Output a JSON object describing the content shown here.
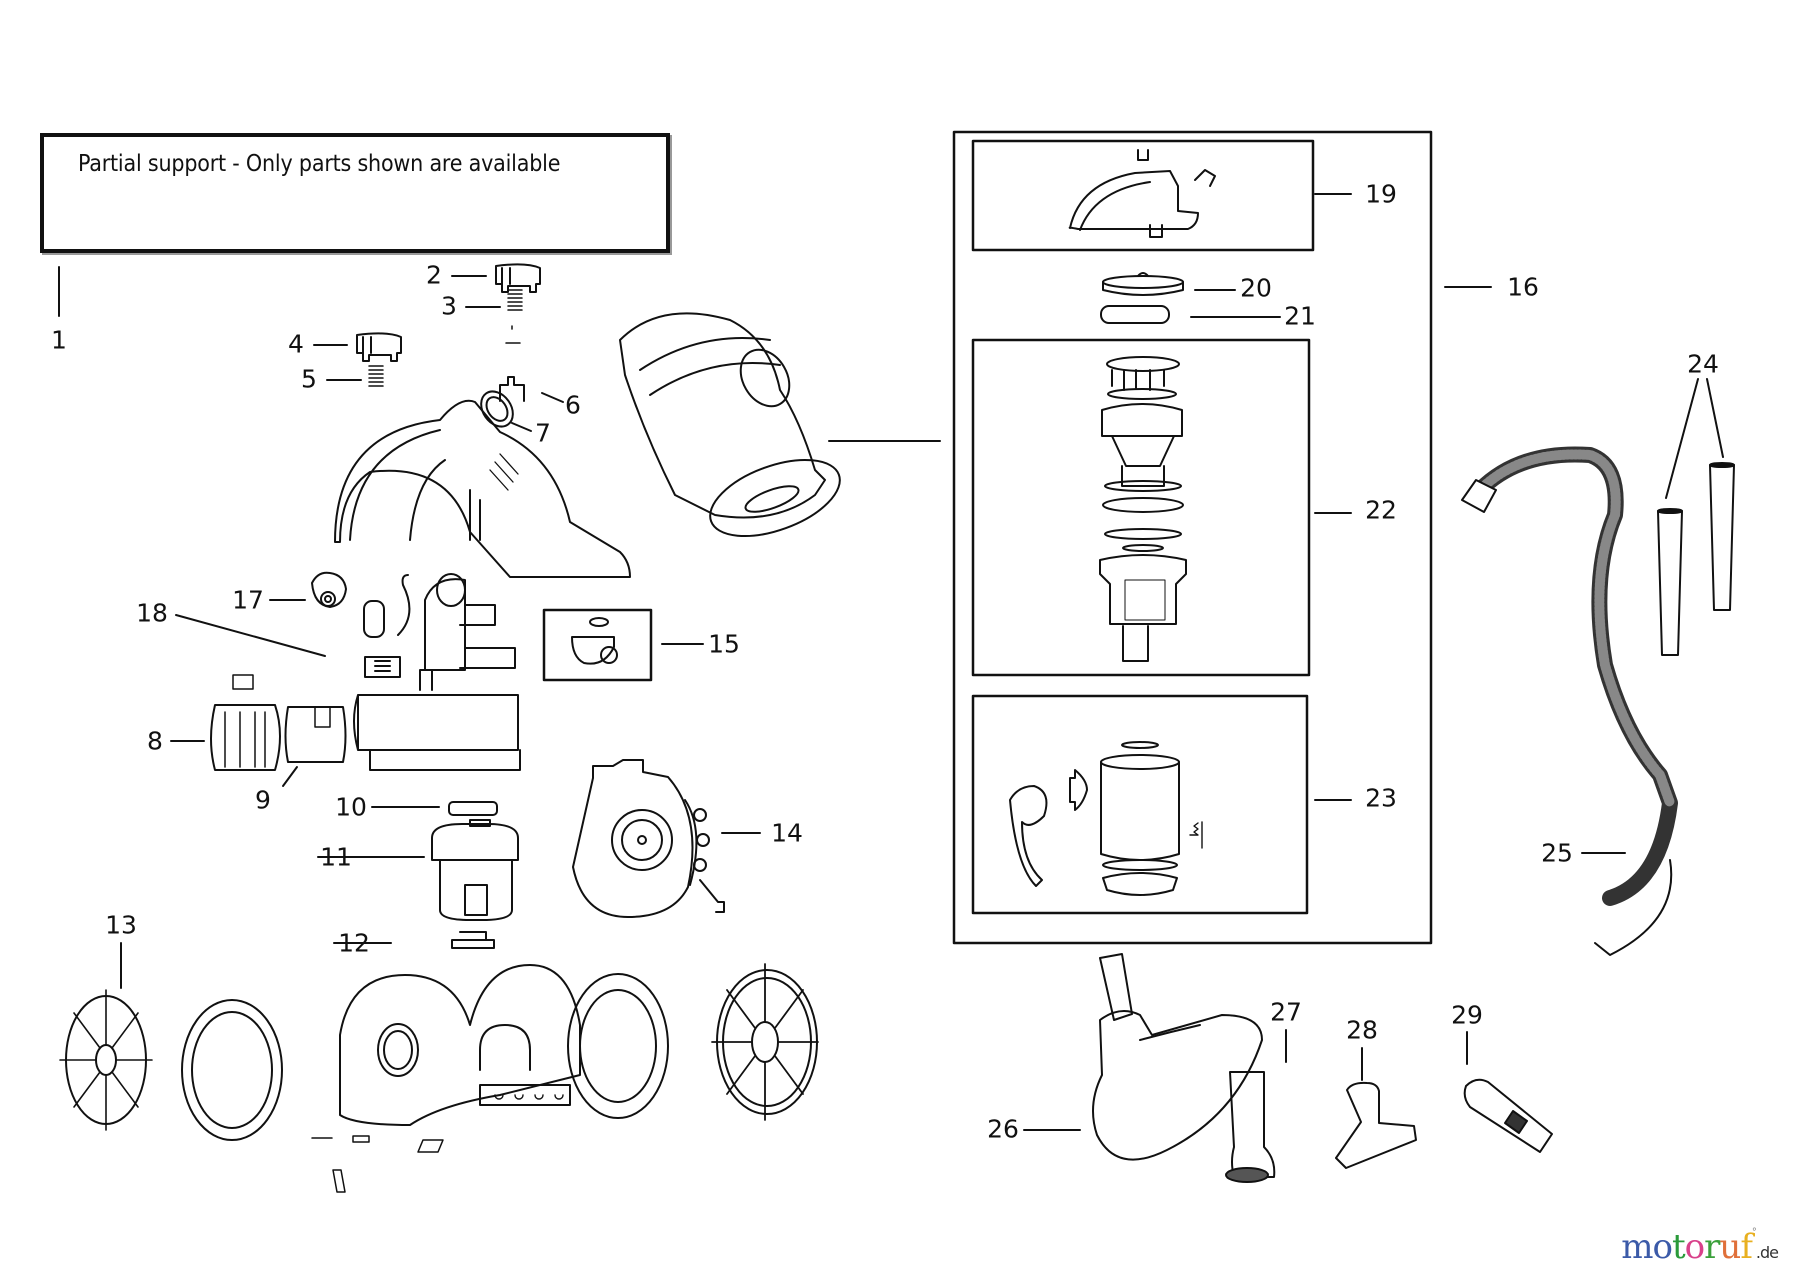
{
  "notice": {
    "text": "Partial support - Only parts shown are available"
  },
  "diagram": {
    "title": "Exploded parts diagram - canister vacuum cleaner",
    "callouts": [
      {
        "id": "1",
        "label": "1"
      },
      {
        "id": "2",
        "label": "2"
      },
      {
        "id": "3",
        "label": "3"
      },
      {
        "id": "4",
        "label": "4"
      },
      {
        "id": "5",
        "label": "5"
      },
      {
        "id": "6",
        "label": "6"
      },
      {
        "id": "7",
        "label": "7"
      },
      {
        "id": "8",
        "label": "8"
      },
      {
        "id": "9",
        "label": "9"
      },
      {
        "id": "10",
        "label": "10"
      },
      {
        "id": "11",
        "label": "11"
      },
      {
        "id": "12",
        "label": "12"
      },
      {
        "id": "13",
        "label": "13"
      },
      {
        "id": "14",
        "label": "14"
      },
      {
        "id": "15",
        "label": "15"
      },
      {
        "id": "16",
        "label": "16"
      },
      {
        "id": "17",
        "label": "17"
      },
      {
        "id": "18",
        "label": "18"
      },
      {
        "id": "19",
        "label": "19"
      },
      {
        "id": "20",
        "label": "20"
      },
      {
        "id": "21",
        "label": "21"
      },
      {
        "id": "22",
        "label": "22"
      },
      {
        "id": "23",
        "label": "23"
      },
      {
        "id": "24",
        "label": "24"
      },
      {
        "id": "25",
        "label": "25"
      },
      {
        "id": "26",
        "label": "26"
      },
      {
        "id": "27",
        "label": "27"
      },
      {
        "id": "28",
        "label": "28"
      },
      {
        "id": "29",
        "label": "29"
      }
    ],
    "parts": [
      {
        "id": "2",
        "name": "latch-cap"
      },
      {
        "id": "3",
        "name": "spring"
      },
      {
        "id": "4",
        "name": "latch-cap"
      },
      {
        "id": "5",
        "name": "spring"
      },
      {
        "id": "6",
        "name": "clip"
      },
      {
        "id": "7",
        "name": "seal-ring"
      },
      {
        "id": "8",
        "name": "exhaust-filter"
      },
      {
        "id": "9",
        "name": "filter-sleeve"
      },
      {
        "id": "10",
        "name": "motor-gasket"
      },
      {
        "id": "11",
        "name": "motor"
      },
      {
        "id": "12",
        "name": "motor-mount"
      },
      {
        "id": "13",
        "name": "wheel"
      },
      {
        "id": "14",
        "name": "cord-reel"
      },
      {
        "id": "15",
        "name": "caster-wheel"
      },
      {
        "id": "16",
        "name": "dust-bin-assembly"
      },
      {
        "id": "17",
        "name": "knob"
      },
      {
        "id": "18",
        "name": "circuit-board"
      },
      {
        "id": "19",
        "name": "bin-lid"
      },
      {
        "id": "20",
        "name": "pre-motor-filter-cover"
      },
      {
        "id": "21",
        "name": "foam-filter"
      },
      {
        "id": "22",
        "name": "cyclone-assembly"
      },
      {
        "id": "23",
        "name": "dust-cup"
      },
      {
        "id": "24",
        "name": "extension-wands"
      },
      {
        "id": "25",
        "name": "hose"
      },
      {
        "id": "26",
        "name": "floor-nozzle"
      },
      {
        "id": "27",
        "name": "dusting-brush"
      },
      {
        "id": "28",
        "name": "upholstery-tool"
      },
      {
        "id": "29",
        "name": "crevice-tool"
      }
    ]
  },
  "brand": {
    "letters": [
      "m",
      "o",
      "t",
      "o",
      "r",
      "u",
      "f"
    ],
    "letter_colors": [
      "#3b5aa8",
      "#3b5aa8",
      "#2a9a3a",
      "#d8418a",
      "#3aa03a",
      "#e0703a",
      "#e8b020"
    ],
    "tld": ".de",
    "mark": "°"
  }
}
